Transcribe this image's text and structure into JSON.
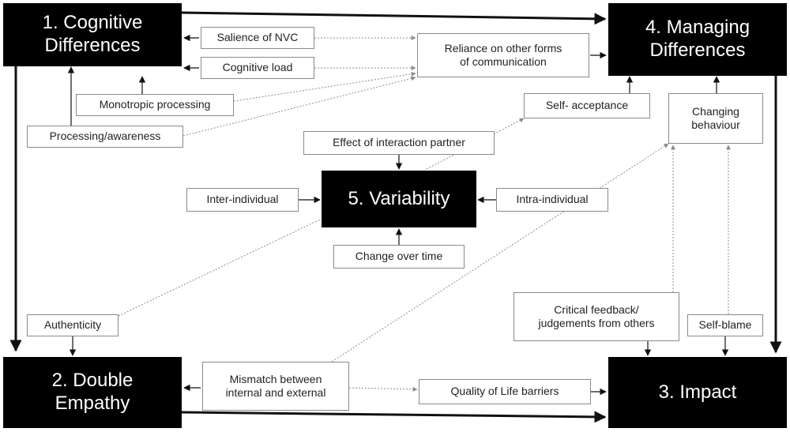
{
  "themes": {
    "cognitive_differences": "1. Cognitive\nDifferences",
    "managing_differences": "4. Managing\nDifferences",
    "variability": "5. Variability",
    "double_empathy": "2. Double\nEmpathy",
    "impact": "3. Impact"
  },
  "subthemes": {
    "salience_of_nvc": "Salience of NVC",
    "cognitive_load": "Cognitive load",
    "monotropic_processing": "Monotropic processing",
    "processing_awareness": "Processing/awareness",
    "reliance_on_other_forms": "Reliance on other forms\nof communication",
    "self_acceptance": "Self- acceptance",
    "changing_behaviour": "Changing\nbehaviour",
    "effect_of_interaction_partner": "Effect of interaction partner",
    "inter_individual": "Inter-individual",
    "intra_individual": "Intra-individual",
    "change_over_time": "Change over time",
    "authenticity": "Authenticity",
    "critical_feedback": "Critical feedback/\njudgements from others",
    "self_blame": "Self-blame",
    "mismatch": "Mismatch between\ninternal and external",
    "quality_of_life_barriers": "Quality of Life barriers"
  },
  "colors": {
    "theme_fill": "#000000",
    "theme_text": "#ffffff",
    "solid_line": "#111111",
    "dotted_line": "#8c8c8c",
    "box_border": "#8a8a8a"
  }
}
